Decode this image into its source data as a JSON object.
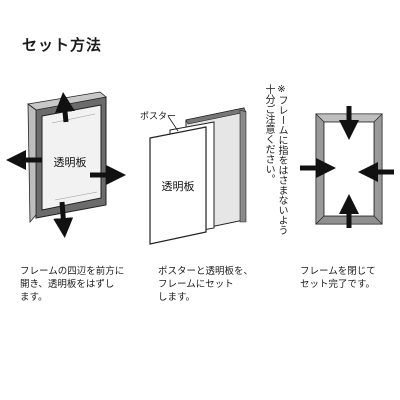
{
  "title": "セット方法",
  "labels": {
    "panel_label_1": "透明板",
    "panel_label_2": "透明板",
    "poster_callout": "ポスター"
  },
  "note": "※フレームに指をはさまないよう\n十分ご注意ください。",
  "captions": [
    "フレームの四辺を前方に\n開き、透明板をはずし\nます。",
    "ポスターと透明板を、\nフレームにセット\nします。",
    "フレームを閉じて\nセット完了です。"
  ]
}
